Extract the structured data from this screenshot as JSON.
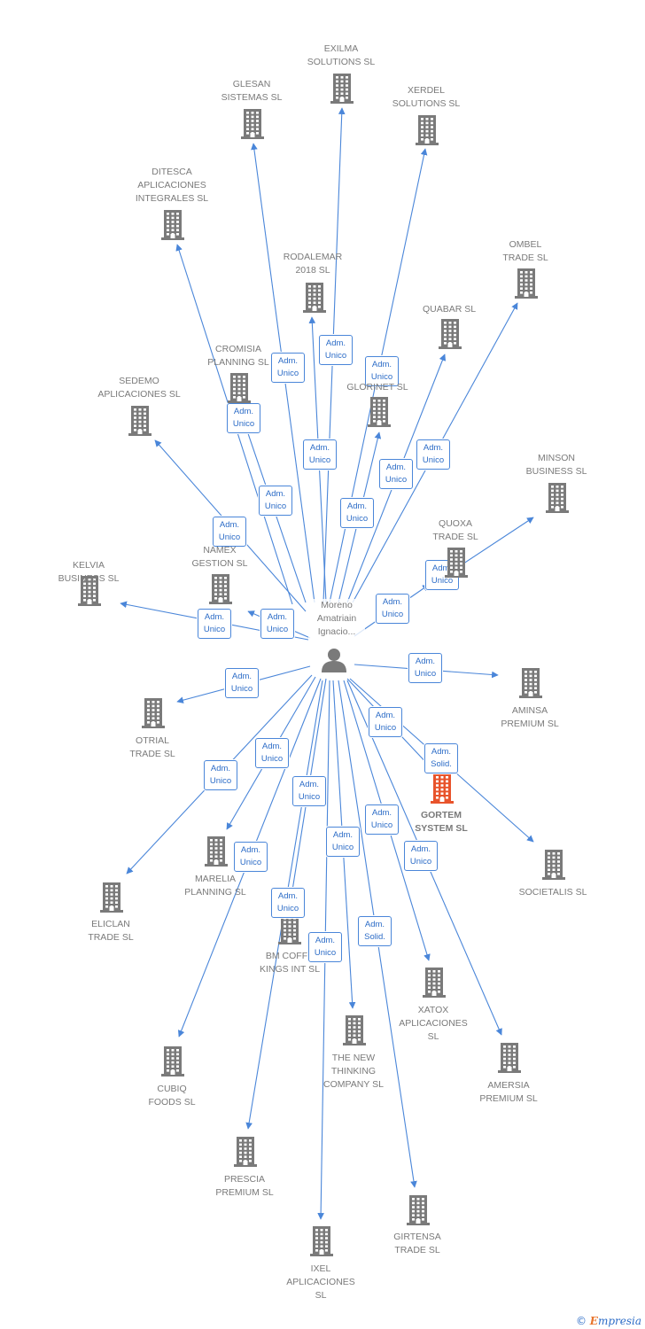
{
  "person": {
    "name": "Moreno\nAmatriain\nIgnacio...",
    "icon": "person-icon"
  },
  "colors": {
    "edge": "#4a86d9",
    "node": "#7a7a7a",
    "highlight": "#e8542c",
    "role_text": "#2c6cc7"
  },
  "companies": [
    {
      "id": "exilma",
      "label": "EXILMA\nSOLUTIONS SL",
      "role": "Adm.\nUnico",
      "icon": "building-icon"
    },
    {
      "id": "glesan",
      "label": "GLESAN\nSISTEMAS SL",
      "role": "Adm.\nUnico",
      "icon": "building-icon"
    },
    {
      "id": "xerdel",
      "label": "XERDEL\nSOLUTIONS SL",
      "role": "Adm.\nUnico",
      "icon": "building-icon"
    },
    {
      "id": "ditesca",
      "label": "DITESCA\nAPLICACIONES\nINTEGRALES SL",
      "role": "Adm.\nUnico",
      "icon": "building-icon"
    },
    {
      "id": "rodalemar",
      "label": "RODALEMAR\n2018 SL",
      "role": "Adm.\nUnico",
      "icon": "building-icon"
    },
    {
      "id": "ombel",
      "label": "OMBEL\nTRADE SL",
      "role": "Adm.\nUnico",
      "icon": "building-icon"
    },
    {
      "id": "quabar",
      "label": "QUABAR SL",
      "role": "Adm.\nUnico",
      "icon": "building-icon"
    },
    {
      "id": "cromisia",
      "label": "CROMISIA\nPLANNING SL",
      "role": "Adm.\nUnico",
      "icon": "building-icon"
    },
    {
      "id": "glorinet",
      "label": "GLORINET SL",
      "role": "Adm.\nUnico",
      "icon": "building-icon"
    },
    {
      "id": "sedemo",
      "label": "SEDEMO\nAPLICACIONES SL",
      "role": "Adm.\nUnico",
      "icon": "building-icon"
    },
    {
      "id": "minson",
      "label": "MINSON\nBUSINESS SL",
      "role": "Adm.\nUnico",
      "icon": "building-icon"
    },
    {
      "id": "quoxa",
      "label": "QUOXA\nTRADE SL",
      "role": "Adm.\nUnico",
      "icon": "building-icon"
    },
    {
      "id": "kelvia",
      "label": "KELVIA\nBUSINESS SL",
      "role": "Adm.\nUnico",
      "icon": "building-icon"
    },
    {
      "id": "namex",
      "label": "NAMEX\nGESTION SL",
      "role": "Adm.\nUnico",
      "icon": "building-icon"
    },
    {
      "id": "aminsa",
      "label": "AMINSA\nPREMIUM SL",
      "role": "Adm.\nUnico",
      "icon": "building-icon"
    },
    {
      "id": "otrial",
      "label": "OTRIAL\nTRADE SL",
      "role": "Adm.\nUnico",
      "icon": "building-icon"
    },
    {
      "id": "gortem",
      "label": "GORTEM\nSYSTEM SL",
      "role": "Adm.\nSolid.",
      "icon": "building-icon",
      "highlight": true
    },
    {
      "id": "societalis",
      "label": "SOCIETALIS SL",
      "role": "Adm.\nUnico",
      "icon": "building-icon"
    },
    {
      "id": "eliclan",
      "label": "ELICLAN\nTRADE SL",
      "role": "Adm.\nUnico",
      "icon": "building-icon"
    },
    {
      "id": "marelia",
      "label": "MARELIA\nPLANNING SL",
      "role": "Adm.\nUnico",
      "icon": "building-icon"
    },
    {
      "id": "bmcoffe",
      "label": "BM COFFE\nKINGS INT SL",
      "role": "Adm.\nUnico",
      "icon": "building-icon"
    },
    {
      "id": "xatox",
      "label": "XATOX\nAPLICACIONES\nSL",
      "role": "Adm.\nUnico",
      "icon": "building-icon"
    },
    {
      "id": "thenew",
      "label": "THE NEW\nTHINKING\nCOMPANY SL",
      "role": "Adm.\nUnico",
      "icon": "building-icon"
    },
    {
      "id": "amersia",
      "label": "AMERSIA\nPREMIUM SL",
      "role": "Adm.\nUnico",
      "icon": "building-icon"
    },
    {
      "id": "cubiq",
      "label": "CUBIQ\nFOODS SL",
      "role": "Adm.\nUnico",
      "icon": "building-icon"
    },
    {
      "id": "prescia",
      "label": "PRESCIA\nPREMIUM SL",
      "role": "Adm.\nUnico",
      "icon": "building-icon"
    },
    {
      "id": "girtensa",
      "label": "GIRTENSA\nTRADE SL",
      "role": "Adm.\nSolid.",
      "icon": "building-icon"
    },
    {
      "id": "ixel",
      "label": "IXEL\nAPLICACIONES\nSL",
      "role": "Adm.\nUnico",
      "icon": "building-icon"
    }
  ],
  "footer": {
    "copyright": "©",
    "brand": "mpresia",
    "brand_initial": "E"
  }
}
